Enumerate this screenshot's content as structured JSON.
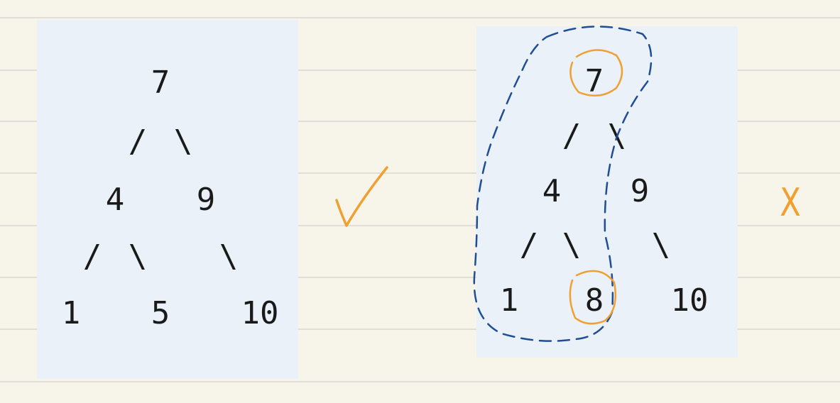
{
  "valid_tree": {
    "nodes": [
      "7",
      "4",
      "9",
      "1",
      "5",
      "10"
    ],
    "edges": [
      "/",
      "\\",
      "/",
      "\\",
      "\\"
    ]
  },
  "invalid_tree": {
    "nodes": [
      "7",
      "4",
      "9",
      "1",
      "8",
      "10"
    ],
    "edges": [
      "/",
      "\\",
      "/",
      "\\",
      "\\"
    ]
  },
  "annotations": {
    "valid_mark_icon": "checkmark-icon",
    "invalid_mark": "X",
    "circled_nodes": [
      "7",
      "8"
    ],
    "colors": {
      "ink": "#1a1a1a",
      "check": "#f0a030",
      "x_mark": "#f0a030",
      "circle": "#f0a030",
      "dashed_outline": "#1f4e96",
      "paper": "#f7f5ea",
      "panel": "#eaf1f8",
      "rule": "#e0ded8"
    }
  }
}
